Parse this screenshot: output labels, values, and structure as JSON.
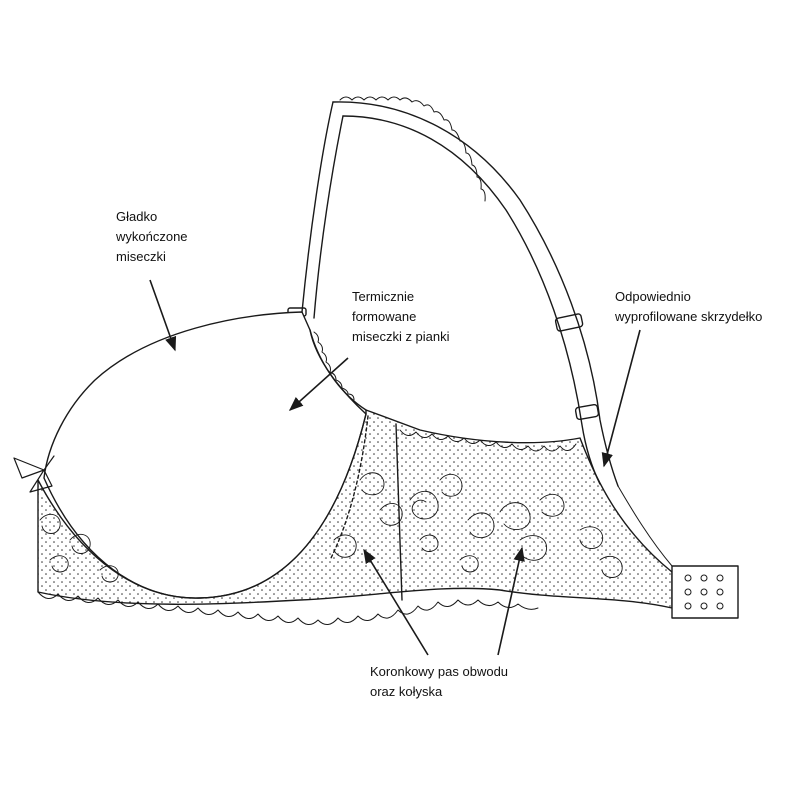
{
  "labels": {
    "smooth_cups": "Gładko\nwykończone\nmiseczki",
    "thermo_cups": "Termicznie\nformowane\nmiseczki z pianki",
    "wing": "Odpowiednio\nwyprofilowane skrzydełko",
    "lace_band": "Koronkowy pas obwodu\noraz kołyska"
  },
  "colors": {
    "line": "#1a1a1a",
    "background": "#ffffff"
  }
}
